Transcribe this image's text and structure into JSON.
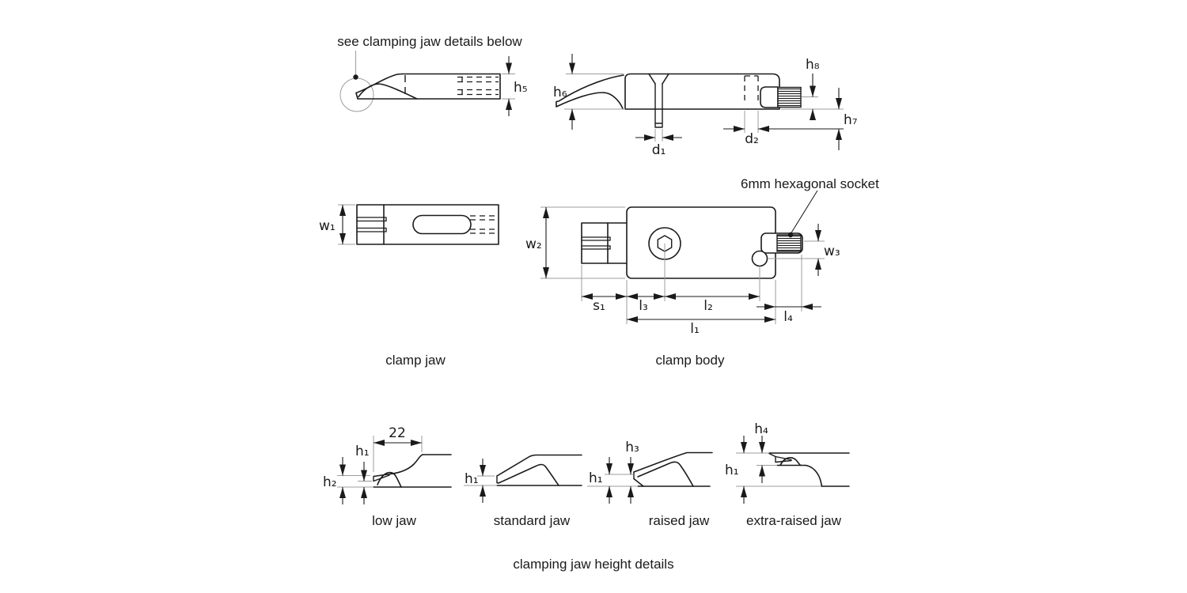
{
  "drawing": {
    "note_see_details": "see clamping jaw details below",
    "hex_socket_note": "6mm hexagonal socket",
    "captions": {
      "clamp_jaw": "clamp jaw",
      "clamp_body": "clamp body",
      "height_details": "clamping jaw height details"
    },
    "dims": {
      "h1": "h₁",
      "h2": "h₂",
      "h3": "h₃",
      "h4": "h₄",
      "h5": "h₅",
      "h6": "h₆",
      "h7": "h₇",
      "h8": "h₈",
      "d1": "d₁",
      "d2": "d₂",
      "w1": "w₁",
      "w2": "w₂",
      "w3": "w₃",
      "s1": "s₁",
      "l1": "l₁",
      "l2": "l₂",
      "l3": "l₃",
      "l4": "l₄",
      "recess_length": "22"
    },
    "jaw_types": {
      "low": "low jaw",
      "standard": "standard jaw",
      "raised": "raised jaw",
      "extra_raised": "extra-raised jaw"
    }
  },
  "colors": {
    "line": "#1a1a1a",
    "thin_line": "#9c9c9c",
    "background": "#ffffff"
  }
}
